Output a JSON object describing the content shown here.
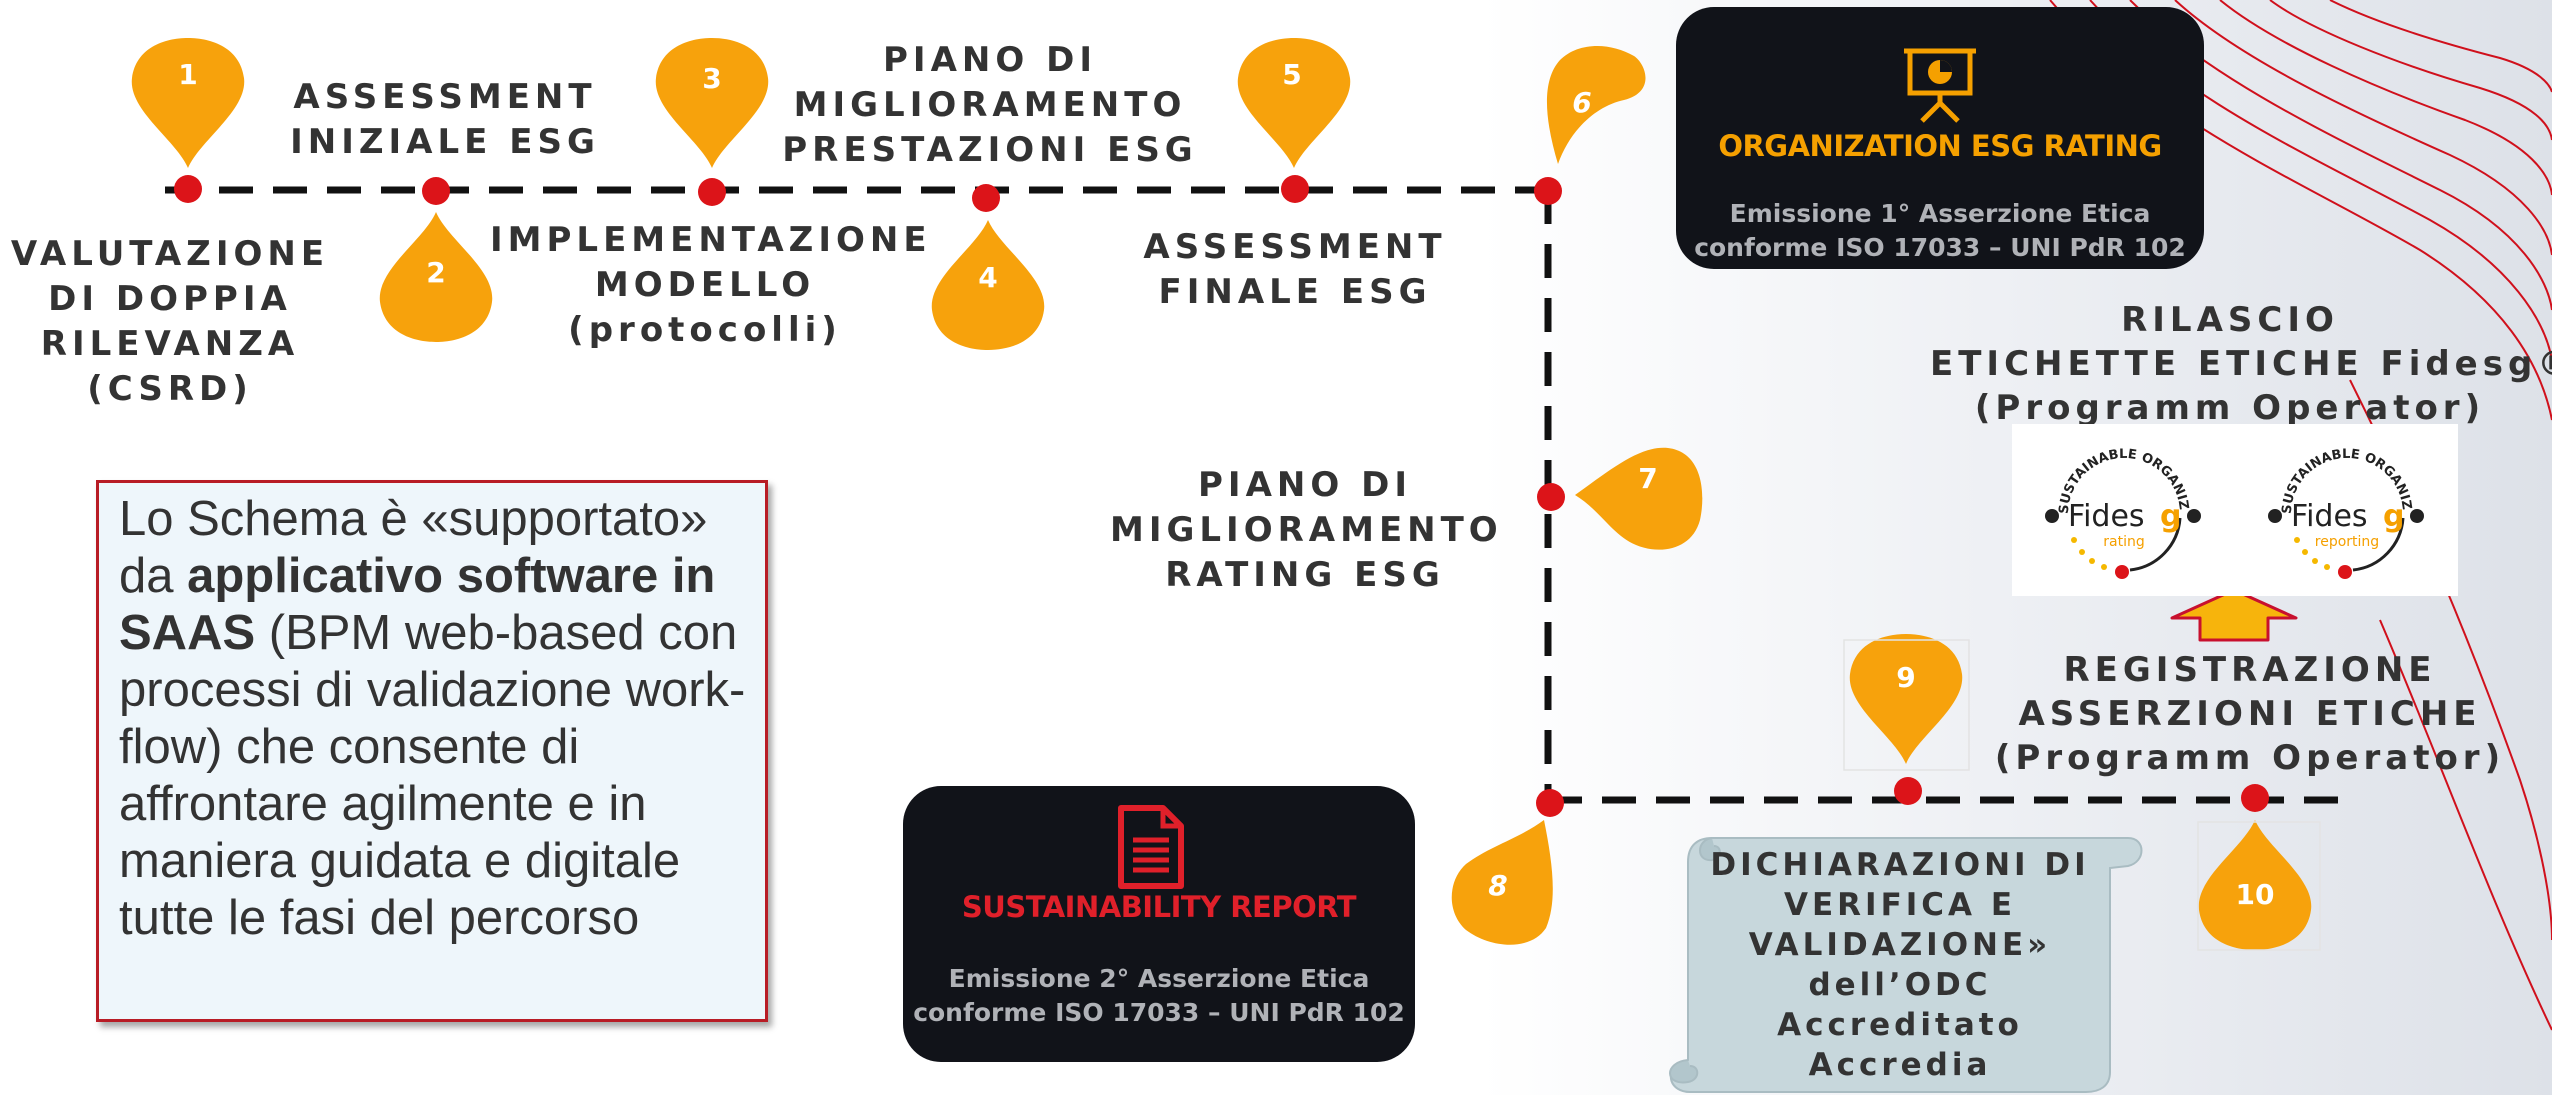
{
  "steps": [
    {
      "number": "1",
      "label": [
        "VALUTAZIONE",
        "DI DOPPIA",
        "RILEVANZA",
        "(CSRD)"
      ]
    },
    {
      "number": "2",
      "label": [
        "ASSESSMENT",
        "INIZIALE ESG"
      ]
    },
    {
      "number": "3",
      "label": [
        "IMPLEMENTAZIONE",
        "MODELLO",
        "(protocolli)"
      ]
    },
    {
      "number": "4",
      "label": [
        "PIANO DI",
        "MIGLIORAMENTO",
        "PRESTAZIONI ESG"
      ]
    },
    {
      "number": "5",
      "label": [
        "ASSESSMENT",
        "FINALE ESG"
      ]
    },
    {
      "number": "6"
    },
    {
      "number": "7",
      "label": [
        "PIANO DI",
        "MIGLIORAMENTO",
        "RATING ESG"
      ]
    },
    {
      "number": "8"
    },
    {
      "number": "9"
    },
    {
      "number": "10"
    }
  ],
  "org_rating": {
    "title": "ORGANIZATION ESG RATING",
    "line1": "Emissione 1° Asserzione Etica",
    "line2": "conforme ISO 17033 – UNI PdR 102",
    "icon": "presentation-chart-icon",
    "title_color": "#f5a000"
  },
  "sustainability_report": {
    "title": "SUSTAINABILITY REPORT",
    "line1": "Emissione  2° Asserzione Etica",
    "line2": "conforme ISO 17033 – UNI PdR 102",
    "icon": "document-icon",
    "title_color": "#e0202a"
  },
  "rilascio": [
    "RILASCIO",
    "ETICHETTE ETICHE Fidesg®",
    "(Programm Operator)"
  ],
  "registrazione": [
    "REGISTRAZIONE",
    "ASSERZIONI ETICHE",
    "(Programm Operator)"
  ],
  "dichiarazioni": [
    "DICHIARAZIONI DI",
    "VERIFICA E",
    "VALIDAZIONE»",
    "dell’ODC",
    "Accreditato",
    "Accredia"
  ],
  "schema": {
    "part1": "Lo Schema è «supportato» da ",
    "bold": "applicativo software in SAAS",
    "part2": " (BPM web-based con processi di validazione work-flow) che consente di affrontare agilmente e in maniera guidata e digitale tutte le fasi del percorso"
  },
  "badges": [
    {
      "ring": "SUSTAINABLE ORGANIZATION",
      "brand_a": "Fides",
      "brand_b": "g",
      "sub": "rating"
    },
    {
      "ring": "SUSTAINABLE ORGANIZATION",
      "brand_a": "Fides",
      "brand_b": "g",
      "sub": "reporting"
    }
  ],
  "colors": {
    "pin": "#f7a20c",
    "dot": "#dc1419",
    "dark_box": "#111319",
    "accent_red": "#c8102e"
  }
}
